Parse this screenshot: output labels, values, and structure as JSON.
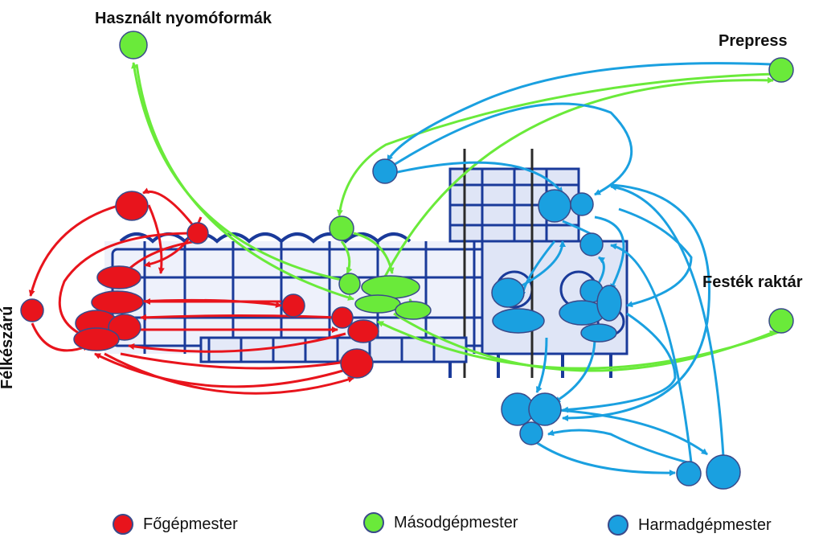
{
  "labels": {
    "used_plates": "Használt nyomóformák",
    "prepress": "Prepress",
    "ink_storage": "Festék raktár",
    "semi_finished": "Félkészárú"
  },
  "legend": [
    {
      "label": "Főgépmester",
      "color": "#e8141c"
    },
    {
      "label": "Másodgépmester",
      "color": "#6aea3a"
    },
    {
      "label": "Harmadgépmester",
      "color": "#1aa0e0"
    }
  ],
  "colors": {
    "red": "#e8141c",
    "green": "#6aea3a",
    "blue": "#1aa0e0",
    "machine": "#1a3a9a",
    "node_stroke": "#3a4a8a"
  }
}
